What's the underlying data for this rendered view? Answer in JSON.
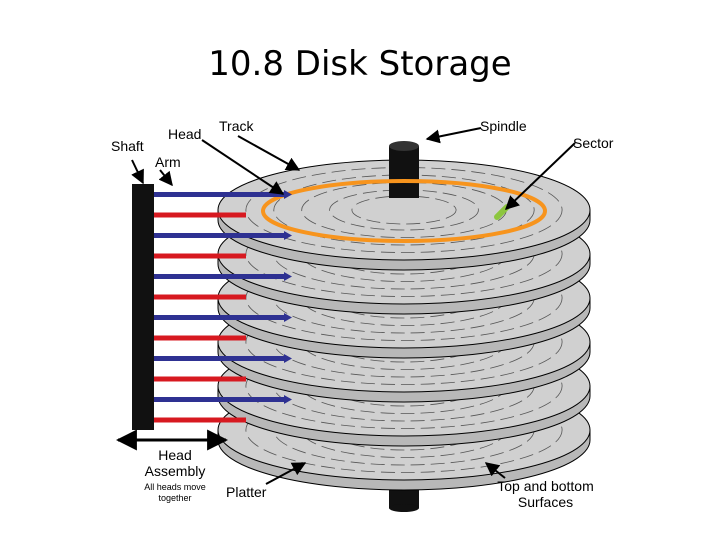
{
  "title": "10.8 Disk Storage",
  "labels": {
    "shaft": "Shaft",
    "head": "Head",
    "arm": "Arm",
    "track": "Track",
    "spindle": "Spindle",
    "sector": "Sector",
    "platter": "Platter",
    "head_assembly": "Head Assembly",
    "note": "All heads move together",
    "surfaces": "Top and bottom Surfaces"
  },
  "colors": {
    "platter_fill": "#d0d0d0",
    "platter_outline": "#000000",
    "spindle": "#111111",
    "shaft": "#111111",
    "arm_upper": "#2e3192",
    "arm_lower": "#d71920",
    "track": "#f7941d",
    "sector": "#8dc63f"
  },
  "platter_count": 6
}
